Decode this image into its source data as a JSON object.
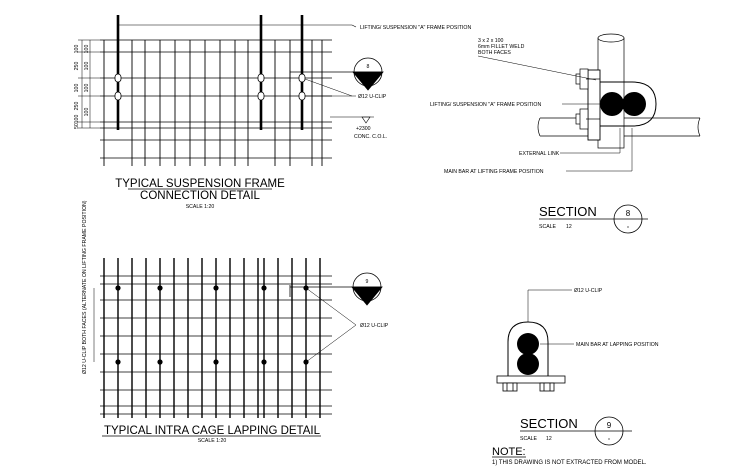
{
  "detail_top": {
    "title_line1": "TYPICAL SUSPENSION FRAME",
    "title_line2": "CONNECTION DETAIL",
    "scale": "SCALE 1:20",
    "callout_a_frame": "LIFTING/ SUSPENSION \"A\" FRAME POSITION",
    "callout_uclip": "Ø12 U-CLIP",
    "callout_section_number": "8",
    "level_value": "+2300",
    "level_note": "CONC. C.O.L.",
    "dimensions": [
      "100",
      "250",
      "100",
      "250",
      "100",
      "50",
      "100",
      "100",
      "100",
      "100"
    ]
  },
  "detail_bottom": {
    "title": "TYPICAL INTRA CAGE LAPPING DETAIL",
    "scale": "SCALE 1:20",
    "callout_uclip": "Ø12 U-CLIP",
    "callout_section_number": "9",
    "side_label": "Ø12 U-CLIP BOTH FACES (ALTERNATE ON LIFTING FRAME POSITION)"
  },
  "section_8": {
    "heading": "SECTION",
    "number": "8",
    "scale_label": "SCALE",
    "scale_value": "12",
    "weld_line1": "3 x 2 x 100",
    "weld_line2": "6mm FILLET WELD",
    "weld_line3": "BOTH FACES",
    "callout_a_frame": "LIFTING/ SUSPENSION \"A\" FRAME POSITION",
    "callout_link": "EXTERNAL LINK",
    "callout_main_bar": "MAIN BAR AT LIFTING FRAME POSITION"
  },
  "section_9": {
    "heading": "SECTION",
    "number": "9",
    "scale_label": "SCALE",
    "scale_value": "12",
    "callout_uclip": "Ø12 U-CLIP",
    "callout_main_bar": "MAIN BAR AT LAPPING POSITION"
  },
  "note": {
    "heading": "NOTE:",
    "line1": "1) THIS DRAWING IS NOT EXTRACTED FROM MODEL."
  }
}
